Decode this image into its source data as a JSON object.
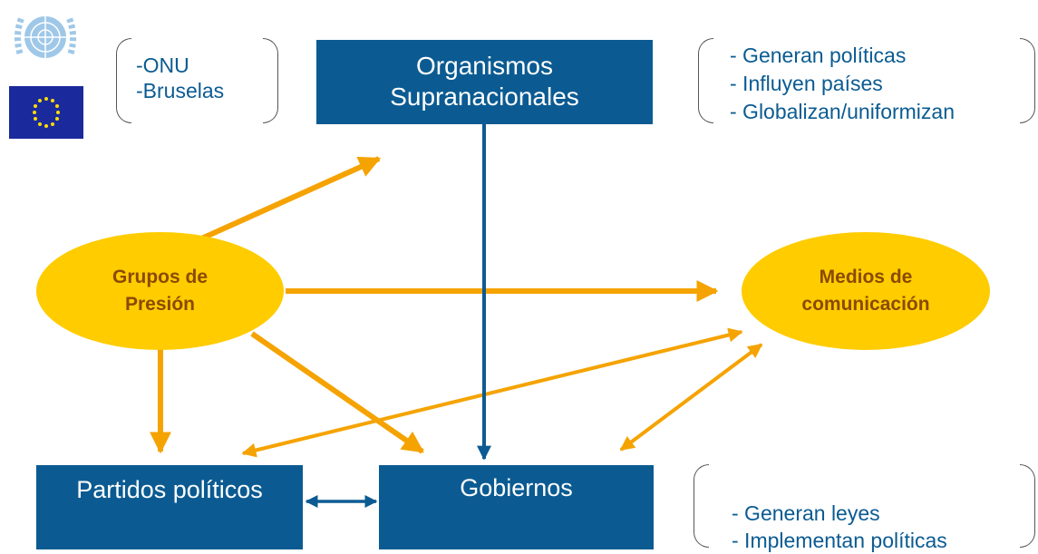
{
  "emblems": {
    "un": "un-emblem-icon",
    "eu": "eu-flag-icon"
  },
  "org_list": [
    "-ONU",
    "-Bruselas"
  ],
  "nodes": {
    "supranational": {
      "line1": "Organismos",
      "line2": "Supranacionales"
    },
    "pressure_groups": {
      "line1": "Grupos de",
      "line2": "Presión"
    },
    "media": {
      "line1": "Medios de",
      "line2": "comunicación"
    },
    "parties": {
      "label": "Partidos políticos"
    },
    "governments": {
      "label": "Gobiernos"
    }
  },
  "supranational_roles": [
    "- Generan políticas",
    "- Influyen países",
    "- Globalizan/uniformizan"
  ],
  "government_roles": [
    "- Generan leyes",
    "- Implementan políticas"
  ],
  "colors": {
    "box": "#0b5b92",
    "oval": "#ffcc00",
    "arrow_orange": "#f5a300",
    "arrow_blue": "#0b5b92",
    "oval_text": "#8a4a00"
  }
}
